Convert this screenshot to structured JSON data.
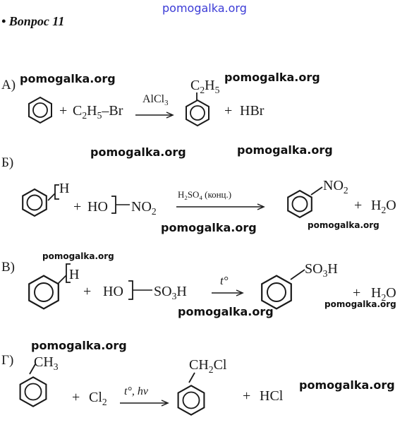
{
  "site": {
    "watermark": "pomogalka.org"
  },
  "header": {
    "title": "• Вопрос 11"
  },
  "reactions": {
    "a": {
      "label": "А)",
      "plus1": "+",
      "reagent_main": "C",
      "reagent_sub1": "2",
      "reagent_mid": "H",
      "reagent_sub2": "5",
      "reagent_tail": "–Br",
      "catalyst_main": "AlCl",
      "catalyst_sub": "3",
      "product_sub_main": "C",
      "product_sub_1": "2",
      "product_sub_mid": "H",
      "product_sub_2": "5",
      "plus2": "+",
      "byproduct": "HBr"
    },
    "b": {
      "label": "Б)",
      "h": "H",
      "plus1": "+",
      "ho": "HO",
      "group_main": "NO",
      "group_sub": "2",
      "cond_main": "H",
      "cond_sub1": "2",
      "cond_mid": "SO",
      "cond_sub2": "4",
      "cond_tail": " (конц.)",
      "product_main": "NO",
      "product_sub": "2",
      "plus2": "+",
      "water_main": "H",
      "water_sub": "2",
      "water_tail": "O"
    },
    "v": {
      "label": "В)",
      "h": "H",
      "plus1": "+",
      "ho": "HO",
      "group_main": "SO",
      "group_sub": "3",
      "group_tail": "H",
      "cond": "t°",
      "product_main": "SO",
      "product_sub": "3",
      "product_tail": "H",
      "plus2": "+",
      "water_main": "H",
      "water_sub": "2",
      "water_tail": "O"
    },
    "g": {
      "label": "Г)",
      "sub_main": "CH",
      "sub_sub": "3",
      "plus1": "+",
      "reagent_main": "Cl",
      "reagent_sub": "2",
      "cond": "t°, hν",
      "product_main": "CH",
      "product_sub": "2",
      "product_tail": "Cl",
      "plus2": "+",
      "byproduct": "HCl"
    }
  }
}
